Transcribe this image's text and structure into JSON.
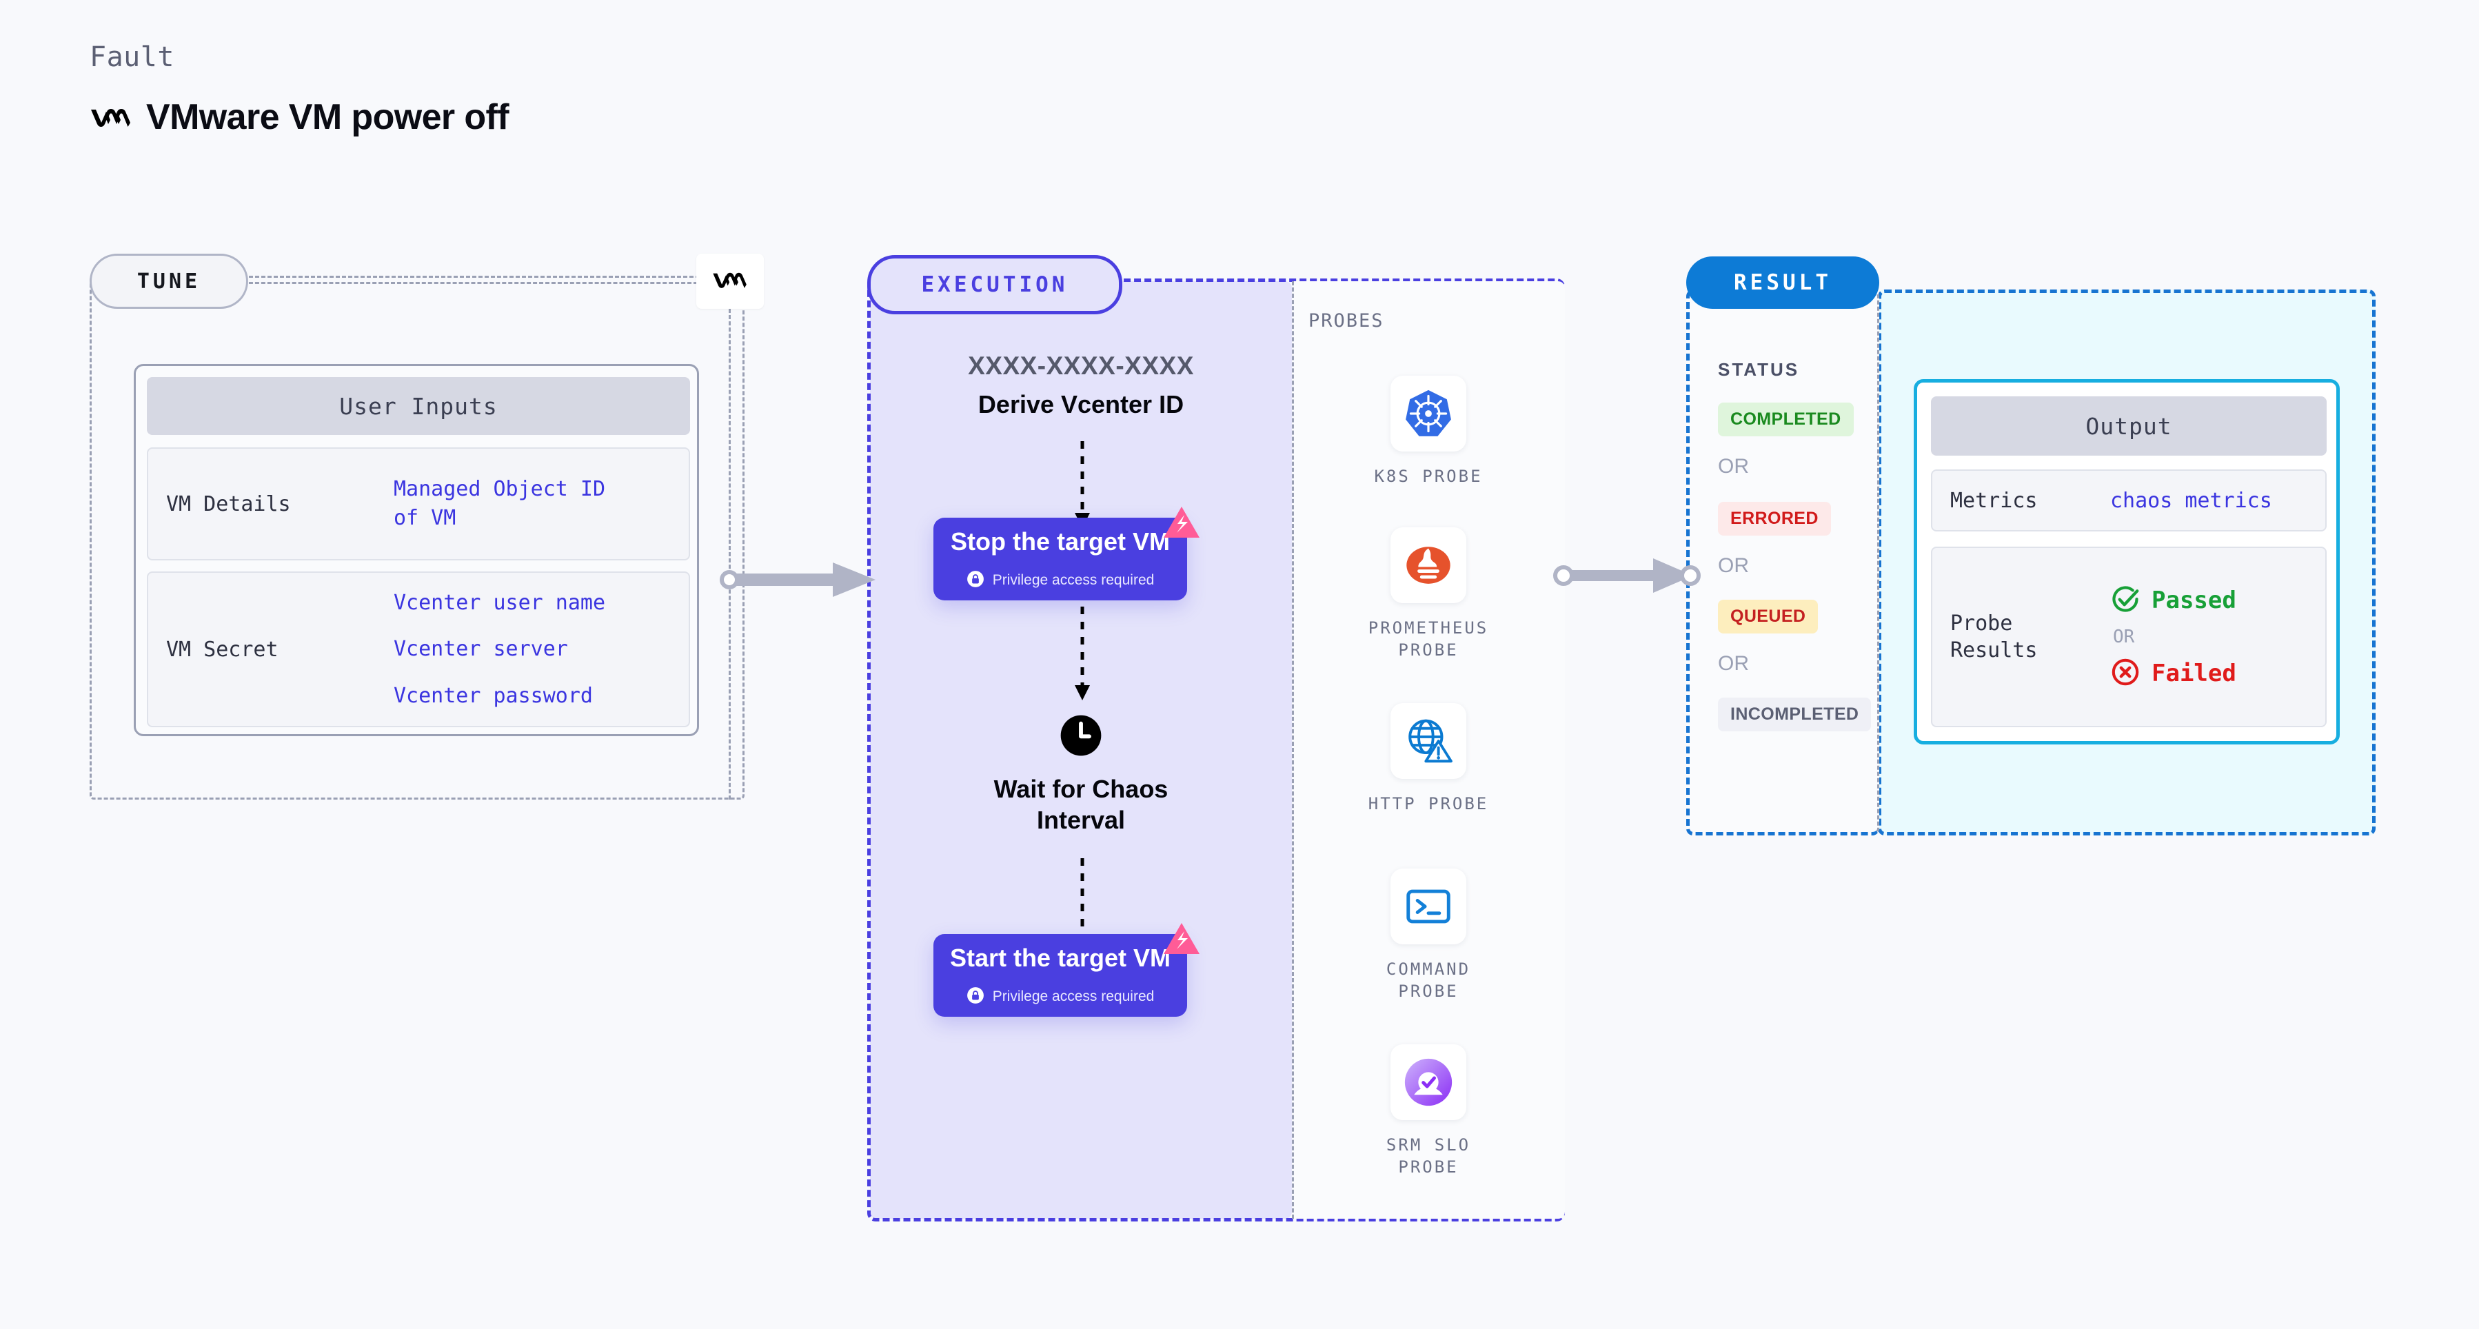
{
  "header": {
    "eyebrow": "Fault",
    "title": "VMware VM power off",
    "logo_icon": "vmware-vm-logo-icon"
  },
  "colors": {
    "accent_purple": "#4a3fe0",
    "accent_blue": "#0d7bd6",
    "accent_cyan": "#17aee0",
    "value_blue": "#3b35e0",
    "panel_lavender": "#e4e3fb",
    "panel_cyan": "#e9fafe",
    "muted": "#9aa0b4",
    "pink_badge": "#ff5c97"
  },
  "tune": {
    "pill_label": "TUNE",
    "vm_badge_icon": "vmware-vm-logo-icon",
    "card": {
      "head": "User Inputs",
      "rows": [
        {
          "key": "VM Details",
          "values": [
            "Managed Object ID",
            "of VM"
          ]
        },
        {
          "key": "VM Secret",
          "values": [
            "Vcenter user name",
            "Vcenter server",
            "Vcenter password"
          ]
        }
      ]
    }
  },
  "execution": {
    "pill_label": "EXECUTION",
    "derive": {
      "id_mask": "XXXX-XXXX-XXXX",
      "label": "Derive Vcenter ID"
    },
    "steps": [
      {
        "title": "Stop the target VM",
        "sub": "Privilege access required",
        "lock_icon": "lock-icon",
        "badge_icon": "litmus-chaos-icon"
      },
      {
        "title": "Start the target VM",
        "sub": "Privilege access required",
        "lock_icon": "lock-icon",
        "badge_icon": "litmus-chaos-icon"
      }
    ],
    "wait": {
      "icon": "clock-icon",
      "label_line_1": "Wait for Chaos",
      "label_line_2": "Interval"
    },
    "probes": {
      "label": "PROBES",
      "items": [
        {
          "name_line_1": "K8S  PROBE",
          "name_line_2": "",
          "icon": "kubernetes-icon"
        },
        {
          "name_line_1": "PROMETHEUS",
          "name_line_2": "PROBE",
          "icon": "prometheus-icon"
        },
        {
          "name_line_1": "HTTP  PROBE",
          "name_line_2": "",
          "icon": "http-globe-warning-icon"
        },
        {
          "name_line_1": "COMMAND",
          "name_line_2": "PROBE",
          "icon": "command-terminal-icon"
        },
        {
          "name_line_1": "SRM  SLO",
          "name_line_2": "PROBE",
          "icon": "srm-slo-icon"
        }
      ]
    }
  },
  "result": {
    "pill_label": "RESULT",
    "status_label": "STATUS",
    "or_label": "OR",
    "statuses": [
      {
        "label": "COMPLETED",
        "fg": "#1a8a1f",
        "bg": "#dff5dc"
      },
      {
        "label": "ERRORED",
        "fg": "#d11a1a",
        "bg": "#fde9e9"
      },
      {
        "label": "QUEUED",
        "fg": "#c42020",
        "bg": "#fdeebe"
      },
      {
        "label": "INCOMPLETED",
        "fg": "#5b5f73",
        "bg": "#eff0f6"
      }
    ],
    "output": {
      "head": "Output",
      "metrics_key": "Metrics",
      "metrics_value": "chaos metrics",
      "probe_results_key_line_1": "Probe",
      "probe_results_key_line_2": "Results",
      "passed_label": "Passed",
      "passed_icon": "check-circle-icon",
      "or_label": "OR",
      "failed_label": "Failed",
      "failed_icon": "x-circle-icon"
    }
  }
}
